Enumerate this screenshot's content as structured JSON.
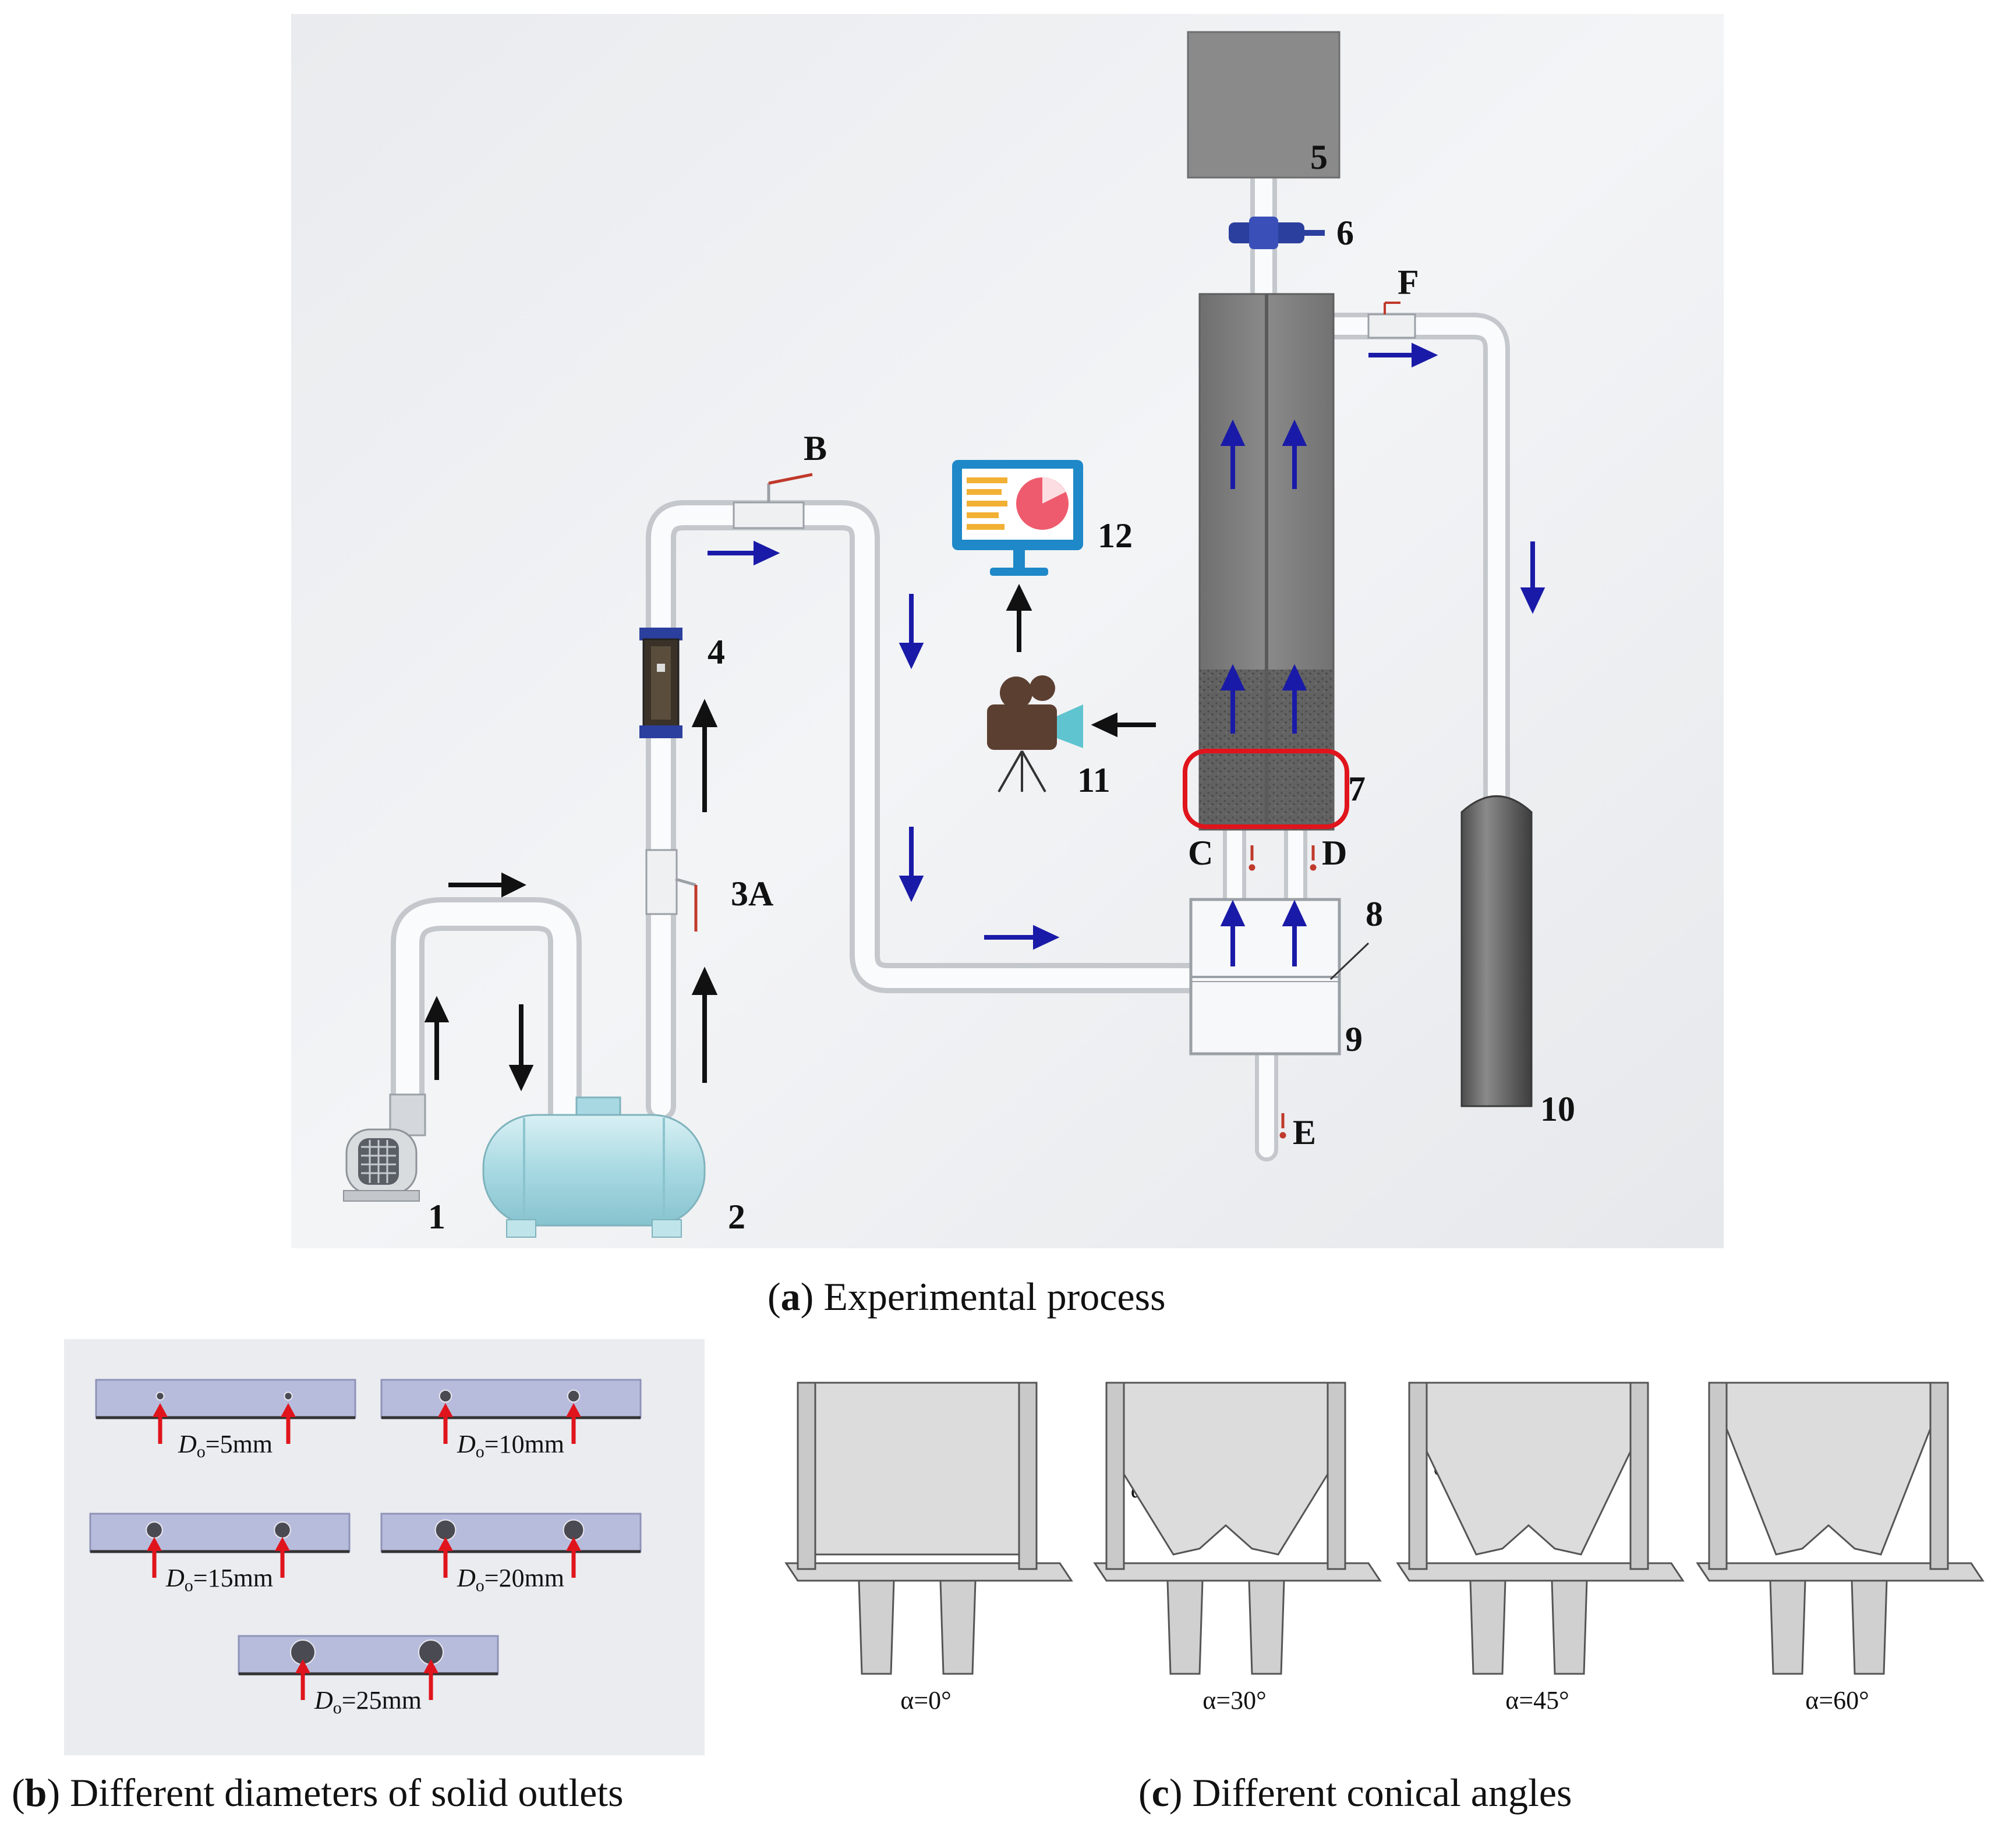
{
  "panel_a": {
    "caption_letter": "a",
    "caption_text": "Experimental process",
    "labels": {
      "n1": "1",
      "n2": "2",
      "n3A": "3A",
      "n4": "4",
      "n5": "5",
      "n6": "6",
      "n7": "7",
      "n8": "8",
      "n9": "9",
      "n10": "10",
      "n11": "11",
      "n12": "12",
      "B": "B",
      "C": "C",
      "D": "D",
      "E": "E",
      "F": "F"
    }
  },
  "panel_b": {
    "caption_letter": "b",
    "caption_text": "Different diameters of solid outlets",
    "plates": [
      {
        "symbol": "D",
        "subscript": "o",
        "value": "=5mm",
        "hole": 5
      },
      {
        "symbol": "D",
        "subscript": "o",
        "value": "=10mm",
        "hole": 10
      },
      {
        "symbol": "D",
        "subscript": "o",
        "value": "=15mm",
        "hole": 15
      },
      {
        "symbol": "D",
        "subscript": "o",
        "value": "=20mm",
        "hole": 20
      },
      {
        "symbol": "D",
        "subscript": "o",
        "value": "=25mm",
        "hole": 25
      }
    ]
  },
  "panel_c": {
    "caption_letter": "c",
    "caption_text": "Different conical angles",
    "angle_symbol": "α",
    "models": [
      {
        "label": "α=0°",
        "angle": 0
      },
      {
        "label": "α=30°",
        "angle": 30
      },
      {
        "label": "α=45°",
        "angle": 45
      },
      {
        "label": "α=60°",
        "angle": 60
      }
    ]
  },
  "colors": {
    "flow_arrow": "#1a1aa8",
    "direction_arrow": "#111111",
    "highlight": "#e0141c",
    "pipe": "#f4f6f8",
    "column": "#7d7d7d",
    "tank": "#a9dde6",
    "monitor": "#1e88c8"
  }
}
